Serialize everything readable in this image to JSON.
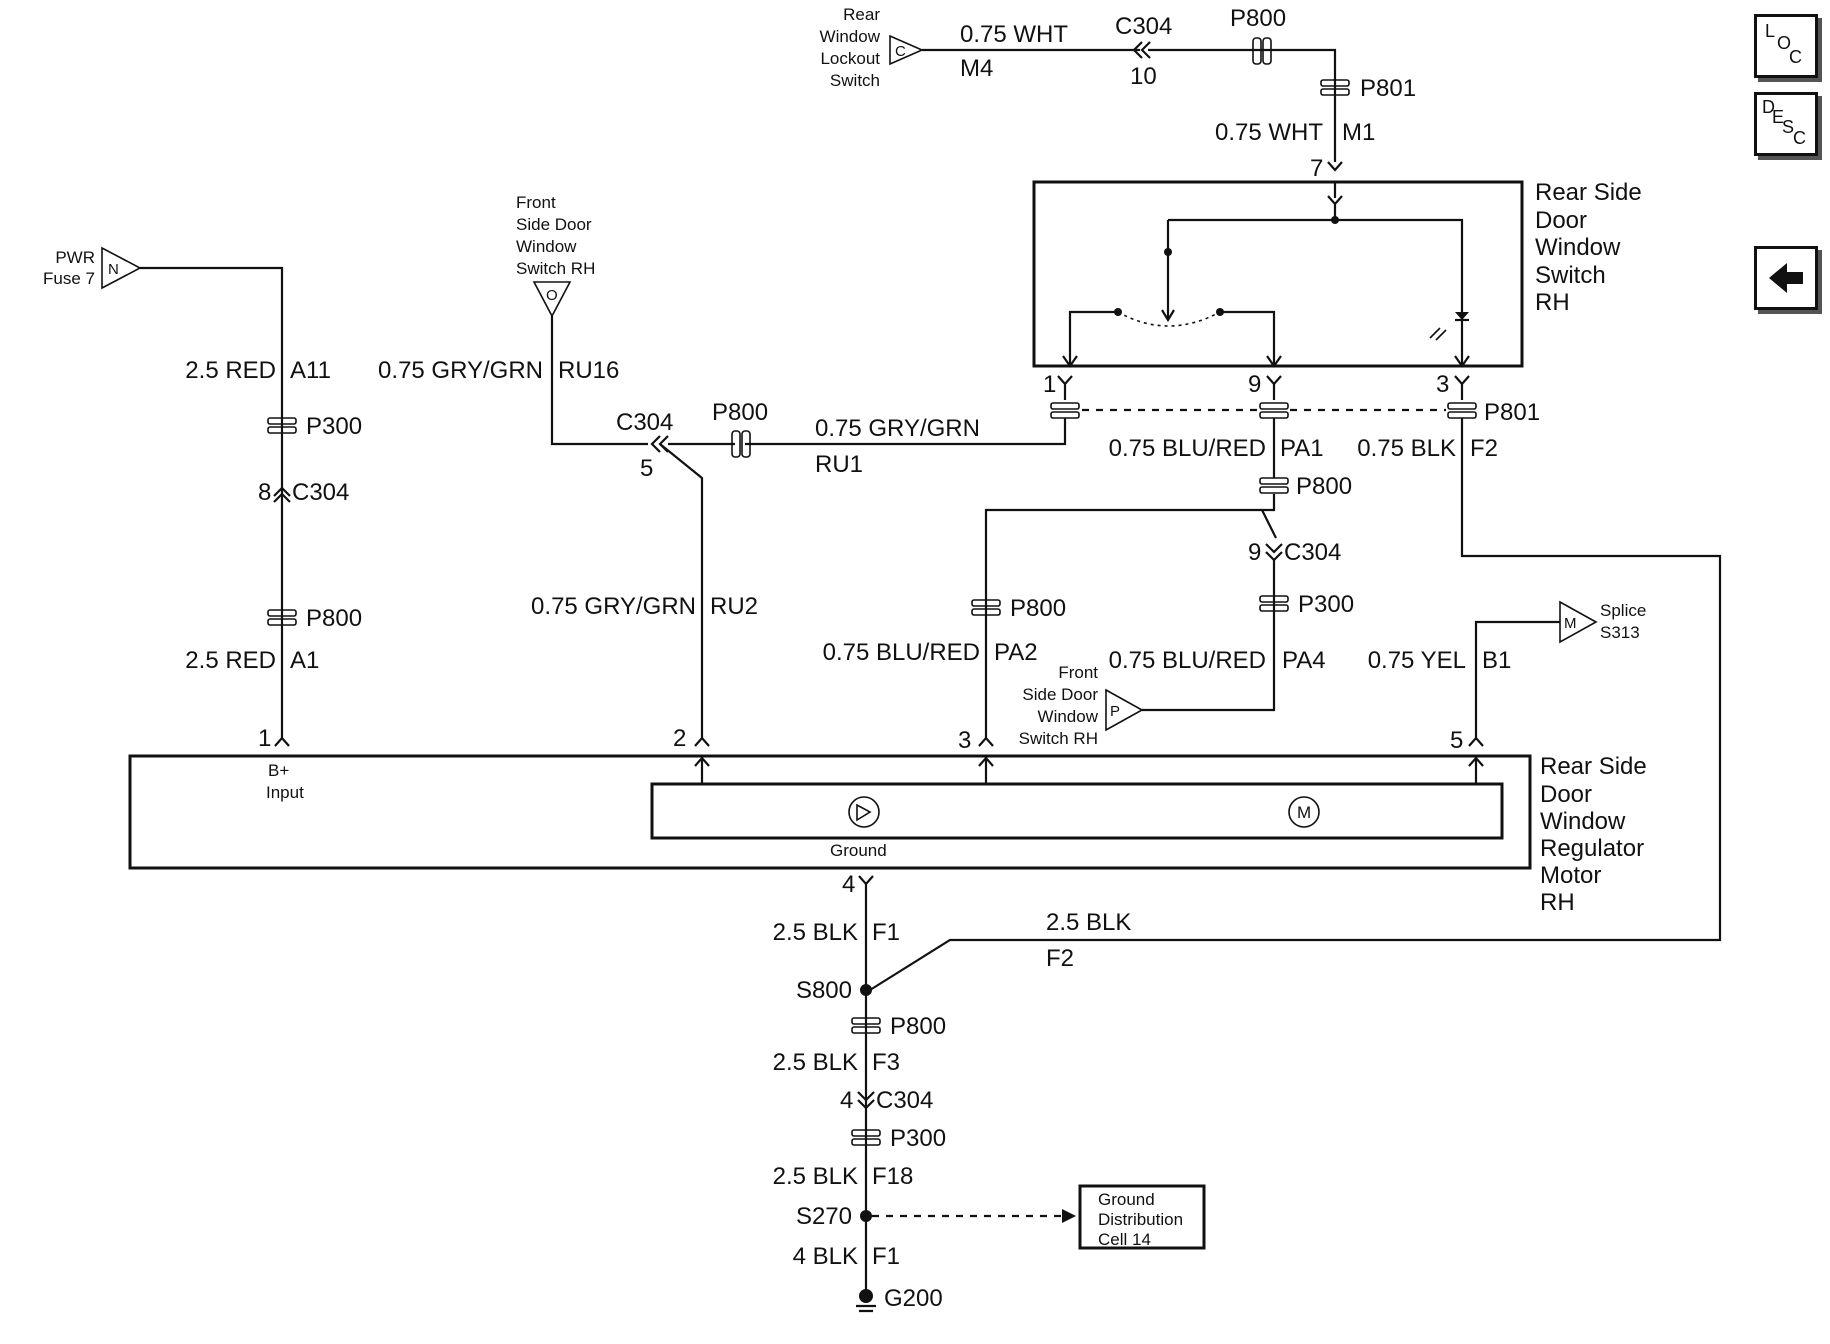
{
  "nav": {
    "loc": {
      "a": "L",
      "b": "O",
      "c": "C"
    },
    "desc": {
      "a": "D",
      "b": "E",
      "c": "S",
      "d": "C"
    },
    "back_icon": "left-arrow-icon"
  },
  "components": {
    "rear_window_lockout_switch": {
      "l1": "Rear",
      "l2": "Window",
      "l3": "Lockout",
      "l4": "Switch",
      "letter": "C"
    },
    "pwr_fuse_7": {
      "l1": "PWR",
      "l2": "Fuse 7",
      "letter": "N"
    },
    "front_switch_top": {
      "l1": "Front",
      "l2": "Side Door",
      "l3": "Window",
      "l4": "Switch RH",
      "letter": "O"
    },
    "front_switch_bottom": {
      "l1": "Front",
      "l2": "Side Door",
      "l3": "Window",
      "l4": "Switch RH",
      "letter": "P"
    },
    "splice_s313": {
      "l1": "Splice",
      "l2": "S313",
      "letter": "M"
    },
    "rear_switch": {
      "l1": "Rear Side",
      "l2": "Door",
      "l3": "Window",
      "l4": "Switch",
      "l5": "RH"
    },
    "motor": {
      "l1": "Rear Side",
      "l2": "Door",
      "l3": "Window",
      "l4": "Regulator",
      "l5": "Motor",
      "l6": "RH",
      "b_input_1": "B+",
      "b_input_2": "Input",
      "ground": "Ground",
      "motor_symbol": "M"
    },
    "ground_dist": {
      "l1": "Ground",
      "l2": "Distribution",
      "l3": "Cell 14"
    }
  },
  "wires": {
    "lockout_wire": "0.75 WHT",
    "lockout_circuit": "M4",
    "switch_feed_wire": "0.75 WHT",
    "switch_feed_circuit": "M1",
    "b_plus_top_wire": "2.5 RED",
    "b_plus_top_circuit": "A11",
    "b_plus_bot_wire": "2.5 RED",
    "b_plus_bot_circuit": "A1",
    "ru16_wire": "0.75 GRY/GRN",
    "ru16_circuit": "RU16",
    "ru1_wire": "0.75 GRY/GRN",
    "ru1_circuit": "RU1",
    "ru2_wire": "0.75 GRY/GRN",
    "ru2_circuit": "RU2",
    "pa1_wire": "0.75 BLU/RED",
    "pa1_circuit": "PA1",
    "pa2_wire": "0.75 BLU/RED",
    "pa2_circuit": "PA2",
    "pa4_wire": "0.75 BLU/RED",
    "pa4_circuit": "PA4",
    "f2_switch_wire": "0.75 BLK",
    "f2_switch_circuit": "F2",
    "b1_wire": "0.75 YEL",
    "b1_circuit": "B1",
    "f1_top_wire": "2.5 BLK",
    "f1_top_circuit": "F1",
    "f2_ground_wire": "2.5 BLK",
    "f2_ground_circuit": "F2",
    "f3_wire": "2.5 BLK",
    "f3_circuit": "F3",
    "f18_wire": "2.5 BLK",
    "f18_circuit": "F18",
    "f1_bottom_wire": "4 BLK",
    "f1_bottom_circuit": "F1"
  },
  "connectors": {
    "c304": "C304",
    "p800": "P800",
    "p801": "P801",
    "p300": "P300",
    "c304_pin_lockout": "10",
    "c304_pin_bplus": "8",
    "c304_pin_ru": "5",
    "c304_pin_pa": "9",
    "c304_pin_ground": "4",
    "switch_pin_feed": "7",
    "switch_pin_1": "1",
    "switch_pin_9": "9",
    "switch_pin_3": "3",
    "motor_pin_1": "1",
    "motor_pin_2": "2",
    "motor_pin_3": "3",
    "motor_pin_5": "5",
    "motor_pin_4": "4"
  },
  "splices": {
    "s800": "S800",
    "s270": "S270",
    "g200": "G200"
  }
}
